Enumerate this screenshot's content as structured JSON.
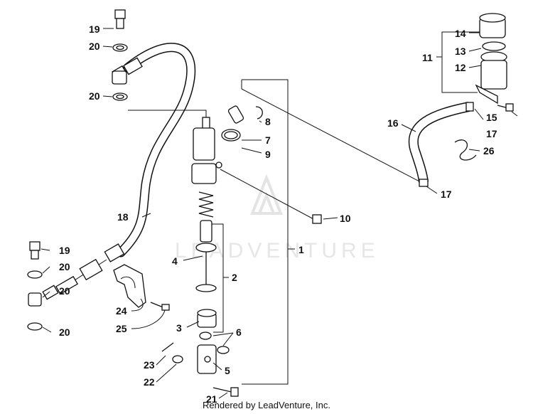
{
  "watermark": "LEADVENTURE",
  "footer": "Rendered by LeadVenture, Inc.",
  "callouts": [
    {
      "id": "c1",
      "text": "1"
    },
    {
      "id": "c2",
      "text": "2"
    },
    {
      "id": "c3",
      "text": "3"
    },
    {
      "id": "c4",
      "text": "4"
    },
    {
      "id": "c5",
      "text": "5"
    },
    {
      "id": "c6",
      "text": "6"
    },
    {
      "id": "c7",
      "text": "7"
    },
    {
      "id": "c8",
      "text": "8"
    },
    {
      "id": "c9",
      "text": "9"
    },
    {
      "id": "c10",
      "text": "10"
    },
    {
      "id": "c11",
      "text": "11"
    },
    {
      "id": "c12",
      "text": "12"
    },
    {
      "id": "c13",
      "text": "13"
    },
    {
      "id": "c14",
      "text": "14"
    },
    {
      "id": "c15",
      "text": "15"
    },
    {
      "id": "c16",
      "text": "16"
    },
    {
      "id": "c17a",
      "text": "17"
    },
    {
      "id": "c17b",
      "text": "17"
    },
    {
      "id": "c18",
      "text": "18"
    },
    {
      "id": "c19a",
      "text": "19"
    },
    {
      "id": "c19b",
      "text": "19"
    },
    {
      "id": "c20a",
      "text": "20"
    },
    {
      "id": "c20b",
      "text": "20"
    },
    {
      "id": "c20c",
      "text": "20"
    },
    {
      "id": "c20d",
      "text": "20"
    },
    {
      "id": "c20e",
      "text": "20"
    },
    {
      "id": "c21",
      "text": "21"
    },
    {
      "id": "c22",
      "text": "22"
    },
    {
      "id": "c23",
      "text": "23"
    },
    {
      "id": "c24",
      "text": "24"
    },
    {
      "id": "c25",
      "text": "25"
    },
    {
      "id": "c26",
      "text": "26"
    }
  ]
}
